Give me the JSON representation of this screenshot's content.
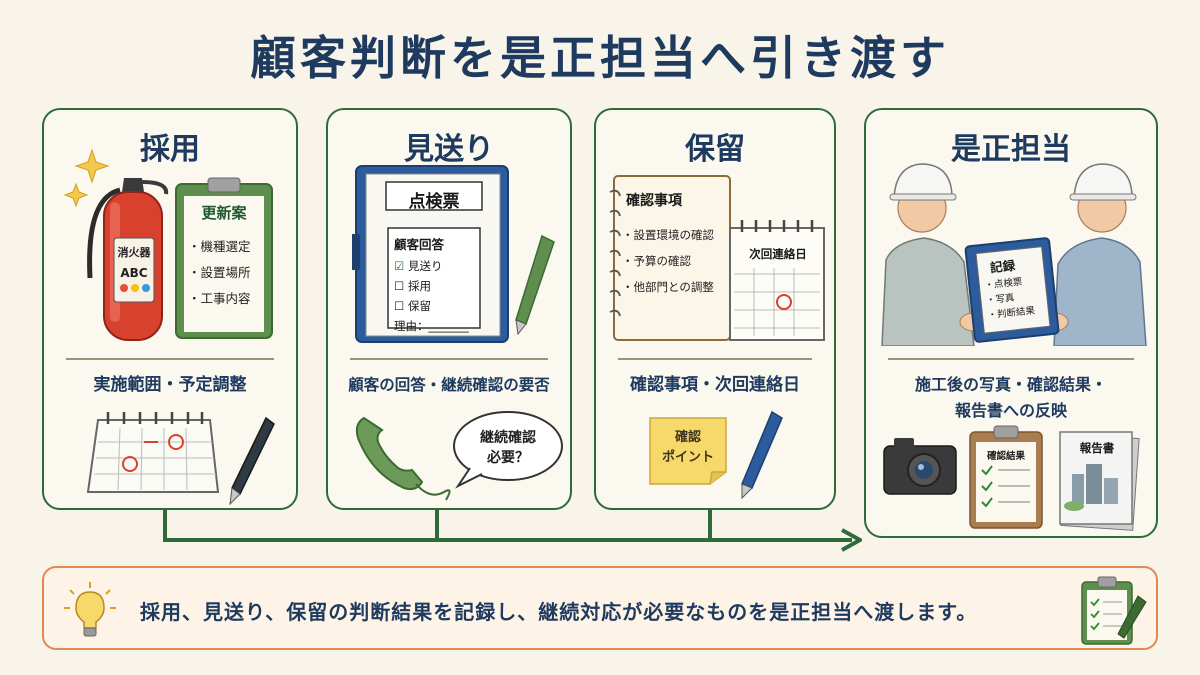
{
  "title": "顧客判断を是正担当へ引き渡す",
  "cards": [
    {
      "title": "採用",
      "subtitle": "実施範囲・予定調整",
      "extinguisher_label": "消火器",
      "extinguisher_type": "ABC",
      "clipboard": {
        "title": "更新案",
        "items": [
          "・機種選定",
          "・設置場所",
          "・工事内容"
        ]
      }
    },
    {
      "title": "見送り",
      "subtitle": "顧客の回答・継続確認の要否",
      "form": {
        "title": "点検票",
        "section": "顧客回答",
        "options": [
          "見送り",
          "採用",
          "保留"
        ],
        "reason_label": "理由："
      },
      "bubble": [
        "継続確認",
        "必要？"
      ]
    },
    {
      "title": "保留",
      "subtitle": "確認事項・次回連絡日",
      "notebook": {
        "title": "確認事項",
        "items": [
          "・設置環境の確認",
          "・予算の確認",
          "・他部門との調整"
        ]
      },
      "calendar_label": "次回連絡日",
      "sticky": [
        "確認",
        "ポイント"
      ]
    },
    {
      "title": "是正担当",
      "subtitle_lines": [
        "施工後の写真・確認結果・",
        "報告書への反映"
      ],
      "binder": {
        "title": "記録",
        "items": [
          "・点検票",
          "・写真",
          "・判断結果"
        ]
      },
      "clipboard_title": "確認結果",
      "report_title": "報告書"
    }
  ],
  "bottom_note": "採用、見送り、保留の判断結果を記録し、継続対応が必要なものを是正担当へ渡します。",
  "colors": {
    "card_border": "#2f6b3a",
    "arrow": "#2f6b3a",
    "note_border": "#e08a4c",
    "title": "#1e3a5f"
  }
}
